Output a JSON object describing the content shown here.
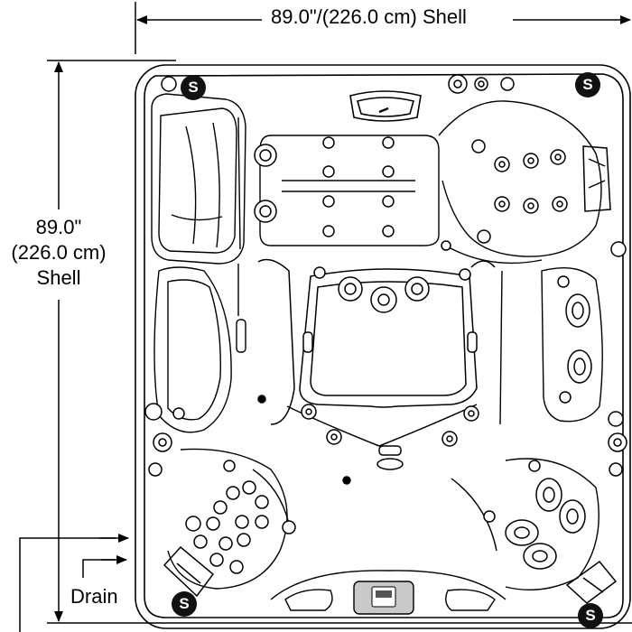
{
  "dimensions": {
    "width_label": "89.0\"/(226.0 cm) Shell",
    "height_label_line1": "89.0\"",
    "height_label_line2": "(226.0 cm)",
    "height_label_line3": "Shell"
  },
  "drain_label": "Drain",
  "suction_marker": "S",
  "colors": {
    "line": "#000000",
    "background": "#ffffff",
    "panel": "#c9c9c9"
  },
  "icons": [
    "suction-icon",
    "jet-icon",
    "headrest-icon",
    "control-panel-icon",
    "waterfall-icon"
  ]
}
